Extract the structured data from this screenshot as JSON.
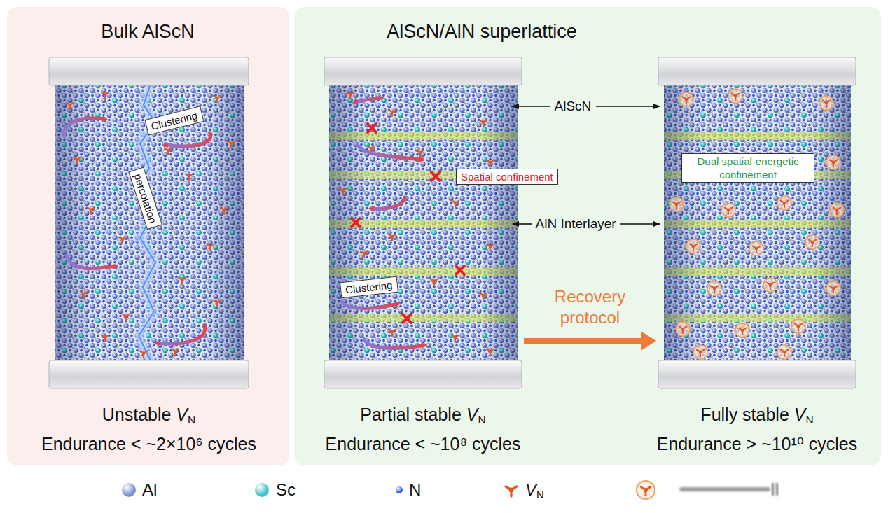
{
  "diagram": {
    "nodes": [
      {
        "text": [
          "Bulk AlScN"
        ]
      },
      {
        "text": [
          "Unstable VN",
          "Endurance < ~2×10⁶ cycles"
        ],
        "in": 0
      },
      {
        "text": [
          "Clustering"
        ],
        "in": 1
      },
      {
        "text": [
          "percolation"
        ],
        "in": 1
      },
      {
        "text": [
          "AlScN/AlN superlattice"
        ]
      },
      {
        "text": [
          "Partial stable VN",
          "Endurance < ~10⁸ cycles"
        ],
        "in": 4
      },
      {
        "text": [
          "Spatial confinement"
        ],
        "in": 5
      },
      {
        "text": [
          "Clustering"
        ],
        "in": 5
      },
      {
        "text": [
          "Fully stable VN",
          "Endurance > ~10¹⁰ cycles"
        ],
        "in": 4
      },
      {
        "text": [
          "Dual spatial-energetic confinement"
        ],
        "in": 8
      }
    ],
    "edges": [
      {
        "from": 5,
        "to": 8,
        "arrow": "to",
        "label": "Recovery protocol"
      }
    ],
    "labels": [
      "AlScN",
      "AlN Interlayer"
    ],
    "legend": [
      {
        "text": "Al",
        "color": "#7f8fd6"
      },
      {
        "text": "Sc",
        "color": "#3fc4c6"
      },
      {
        "text": "N",
        "color": "#2a5fe0"
      },
      {
        "text": "VN"
      }
    ]
  }
}
